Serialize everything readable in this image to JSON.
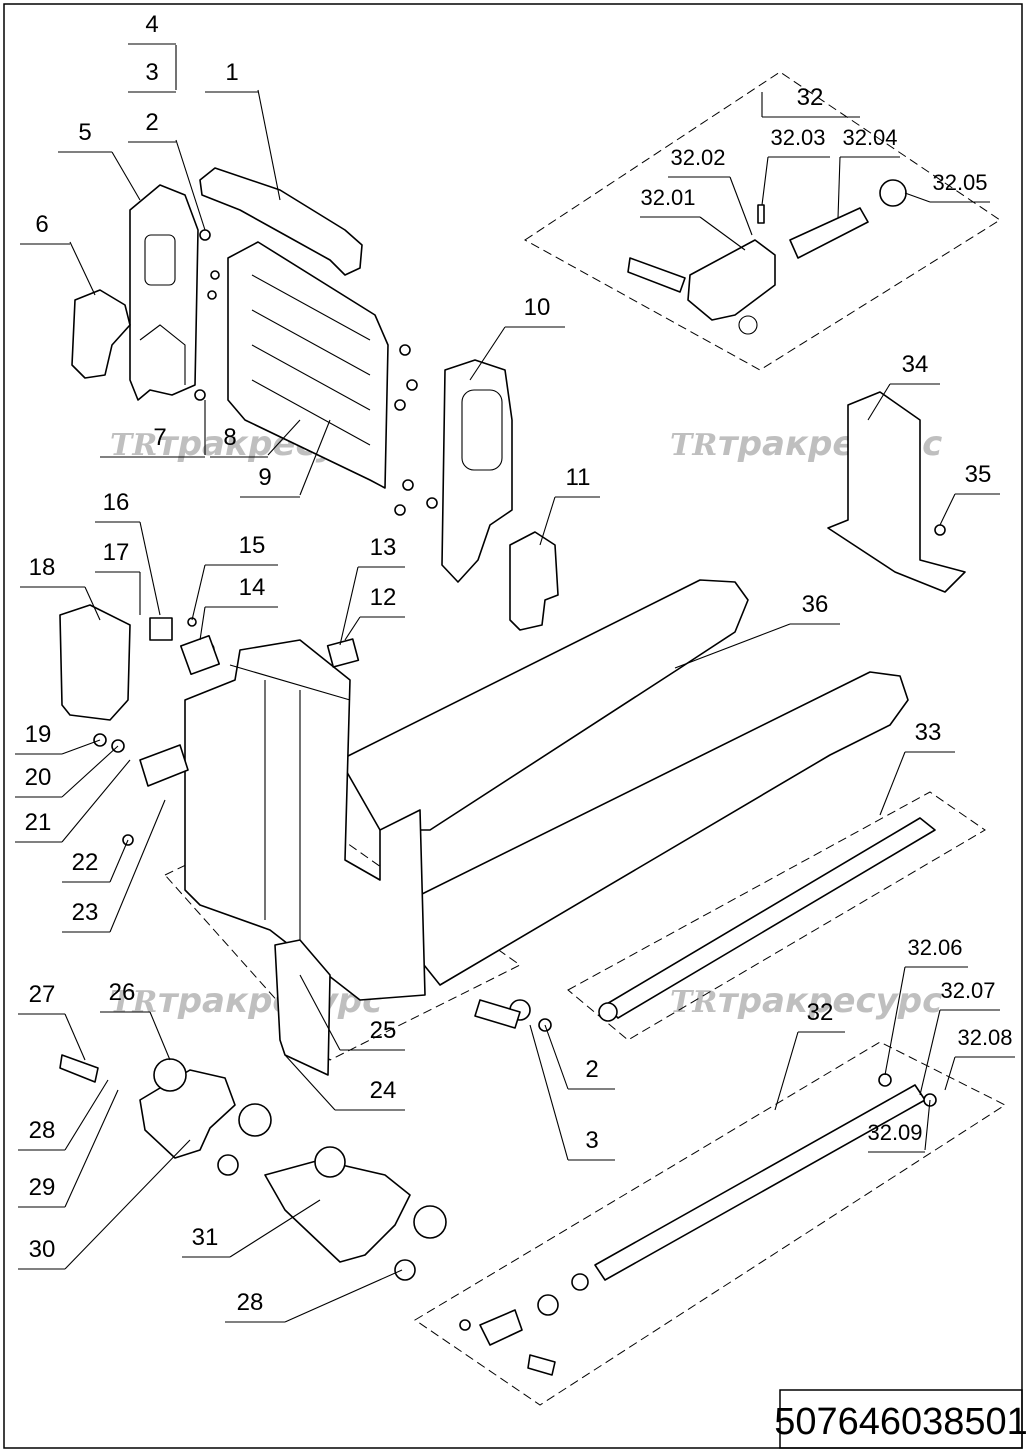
{
  "document": {
    "number": "507646038501",
    "watermark_logo": "TR",
    "watermark_text": "тракресурс"
  },
  "callouts": [
    {
      "id": "4",
      "label": "4"
    },
    {
      "id": "3a",
      "label": "3"
    },
    {
      "id": "2a",
      "label": "2"
    },
    {
      "id": "1",
      "label": "1"
    },
    {
      "id": "5",
      "label": "5"
    },
    {
      "id": "6",
      "label": "6"
    },
    {
      "id": "7",
      "label": "7"
    },
    {
      "id": "8",
      "label": "8"
    },
    {
      "id": "9",
      "label": "9"
    },
    {
      "id": "10",
      "label": "10"
    },
    {
      "id": "11",
      "label": "11"
    },
    {
      "id": "12",
      "label": "12"
    },
    {
      "id": "13",
      "label": "13"
    },
    {
      "id": "14",
      "label": "14"
    },
    {
      "id": "15",
      "label": "15"
    },
    {
      "id": "16",
      "label": "16"
    },
    {
      "id": "17",
      "label": "17"
    },
    {
      "id": "18",
      "label": "18"
    },
    {
      "id": "19",
      "label": "19"
    },
    {
      "id": "20",
      "label": "20"
    },
    {
      "id": "21",
      "label": "21"
    },
    {
      "id": "22",
      "label": "22"
    },
    {
      "id": "23",
      "label": "23"
    },
    {
      "id": "24",
      "label": "24"
    },
    {
      "id": "25",
      "label": "25"
    },
    {
      "id": "26",
      "label": "26"
    },
    {
      "id": "27",
      "label": "27"
    },
    {
      "id": "28a",
      "label": "28"
    },
    {
      "id": "28b",
      "label": "28"
    },
    {
      "id": "29",
      "label": "29"
    },
    {
      "id": "30",
      "label": "30"
    },
    {
      "id": "31",
      "label": "31"
    },
    {
      "id": "2b",
      "label": "2"
    },
    {
      "id": "3b",
      "label": "3"
    },
    {
      "id": "32a",
      "label": "32"
    },
    {
      "id": "32.01",
      "label": "32.01"
    },
    {
      "id": "32.02",
      "label": "32.02"
    },
    {
      "id": "32.03",
      "label": "32.03"
    },
    {
      "id": "32.04",
      "label": "32.04"
    },
    {
      "id": "32.05",
      "label": "32.05"
    },
    {
      "id": "33",
      "label": "33"
    },
    {
      "id": "34",
      "label": "34"
    },
    {
      "id": "35",
      "label": "35"
    },
    {
      "id": "36",
      "label": "36"
    },
    {
      "id": "32b",
      "label": "32"
    },
    {
      "id": "32.06",
      "label": "32.06"
    },
    {
      "id": "32.07",
      "label": "32.07"
    },
    {
      "id": "32.08",
      "label": "32.08"
    },
    {
      "id": "32.09",
      "label": "32.09"
    }
  ]
}
